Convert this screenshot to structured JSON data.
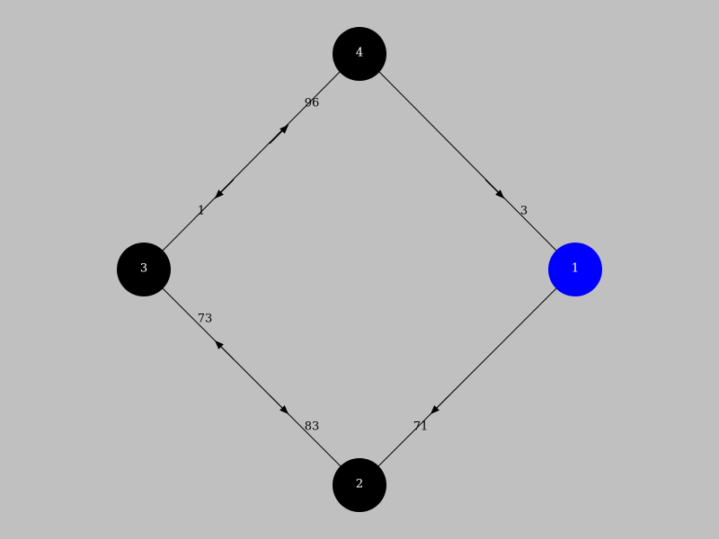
{
  "graph": {
    "nodes": [
      {
        "id": "1",
        "label": "1",
        "color": "#0000ff",
        "selected": true
      },
      {
        "id": "2",
        "label": "2",
        "color": "#000000",
        "selected": false
      },
      {
        "id": "3",
        "label": "3",
        "color": "#000000",
        "selected": false
      },
      {
        "id": "4",
        "label": "4",
        "color": "#000000",
        "selected": false
      }
    ],
    "edges": [
      {
        "from": "4",
        "to": "1",
        "label_near_to": "3"
      },
      {
        "from": "1",
        "to": "2",
        "label_near_to": "71"
      },
      {
        "from": "2",
        "to": "3",
        "label_near_from": "83",
        "label_near_to": "73"
      },
      {
        "from": "3",
        "to": "4",
        "label_near_from": "1",
        "label_near_to": "96"
      }
    ],
    "colors": {
      "background": "#c0c0c0",
      "node_default": "#000000",
      "node_selected": "#0000ff",
      "edge": "#000000",
      "node_text": "#ffffff"
    }
  }
}
